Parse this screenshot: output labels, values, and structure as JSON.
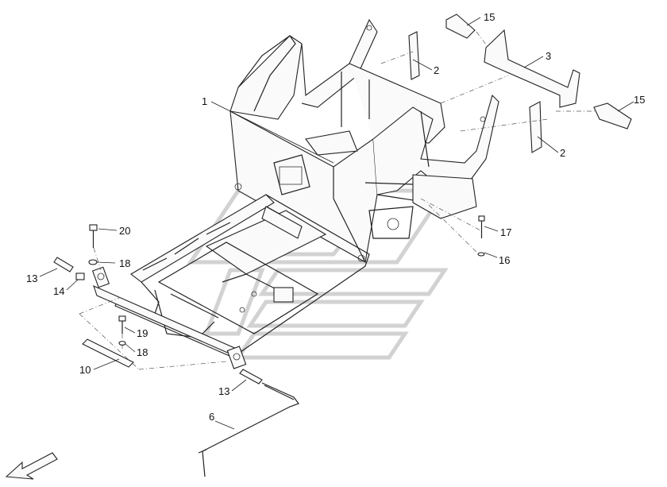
{
  "callouts": [
    {
      "id": "c1",
      "label": "1"
    },
    {
      "id": "c2a",
      "label": "2"
    },
    {
      "id": "c2b",
      "label": "2"
    },
    {
      "id": "c3",
      "label": "3"
    },
    {
      "id": "c6",
      "label": "6"
    },
    {
      "id": "c10",
      "label": "10"
    },
    {
      "id": "c13a",
      "label": "13"
    },
    {
      "id": "c13b",
      "label": "13"
    },
    {
      "id": "c14",
      "label": "14"
    },
    {
      "id": "c15a",
      "label": "15"
    },
    {
      "id": "c15b",
      "label": "15"
    },
    {
      "id": "c16",
      "label": "16"
    },
    {
      "id": "c17",
      "label": "17"
    },
    {
      "id": "c18a",
      "label": "18"
    },
    {
      "id": "c18b",
      "label": "18"
    },
    {
      "id": "c19",
      "label": "19"
    },
    {
      "id": "c20",
      "label": "20"
    }
  ],
  "orientation_arrow": "front-direction-arrow-icon",
  "watermark": "brand-watermark-logo",
  "colors": {
    "line": "#222222",
    "watermark": "#d2d2d2",
    "background": "#ffffff"
  }
}
